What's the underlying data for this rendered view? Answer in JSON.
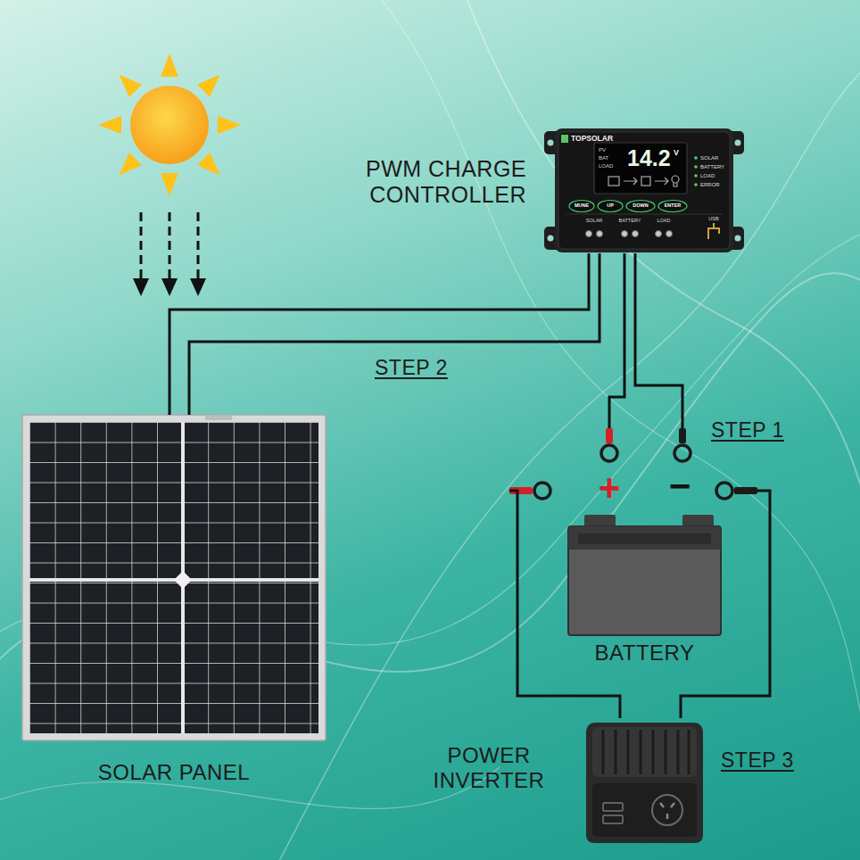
{
  "diagram": {
    "nodes": [
      {
        "text": [
          "PWM CHARGE CONTROLLER"
        ]
      },
      {
        "text": [
          "SOLAR PANEL"
        ]
      },
      {
        "text": [
          "BATTERY"
        ]
      },
      {
        "text": [
          "POWER INVERTER"
        ]
      }
    ],
    "edges": [
      {
        "from": 1,
        "to": 0,
        "arrow": "none",
        "label": "STEP 2"
      },
      {
        "from": 0,
        "to": 2,
        "arrow": "none",
        "label": "STEP 1"
      },
      {
        "from": 2,
        "to": 3,
        "arrow": "none",
        "label": "STEP 3"
      }
    ],
    "labels": [
      "TOPSOLAR",
      "14.2",
      "V",
      "PV",
      "BAT",
      "LOAD",
      "SOLAR",
      "BATTERY",
      "LOAD",
      "ERROR",
      "MUNE",
      "UP",
      "DOWN",
      "ENTER",
      "SOLAR",
      "BATTERY",
      "LOAD",
      "USB",
      "+",
      "−"
    ]
  }
}
